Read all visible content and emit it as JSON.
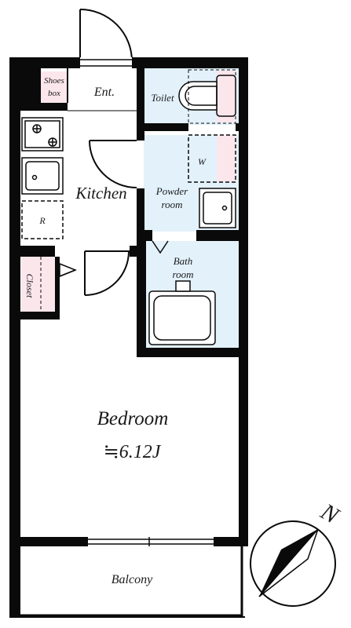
{
  "rooms": {
    "shoes_box": [
      "Shoes",
      "box"
    ],
    "entrance": "Ent.",
    "toilet": "Toilet",
    "kitchen": "Kitchen",
    "washer": "W",
    "powder_room": [
      "Powder",
      "room"
    ],
    "refrigerator": "R",
    "bath_room": [
      "Bath",
      "room"
    ],
    "closet": "Closet",
    "bedroom": "Bedroom",
    "bedroom_size": "≒6.12J",
    "balcony": "Balcony"
  },
  "compass": {
    "north_label": "N"
  },
  "colors": {
    "wet_area": "#e3f1fb",
    "storage": "#fbe6ec",
    "wall": "#0a0a0a"
  }
}
